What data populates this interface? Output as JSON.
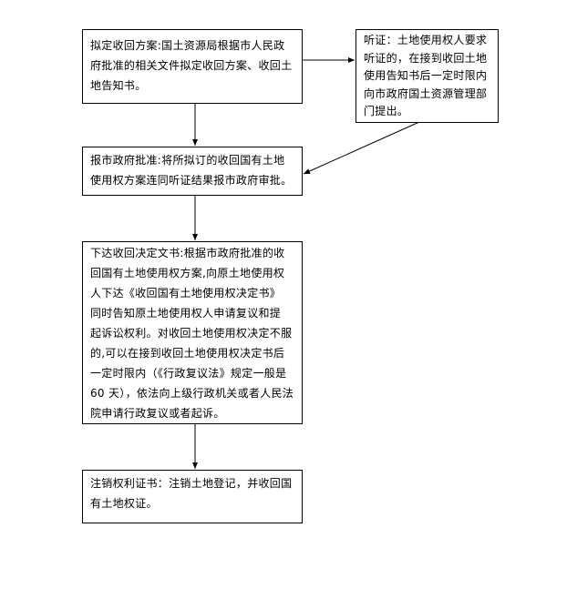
{
  "nodes": {
    "draft": {
      "lines": [
        "拟定收回方案:国土资源局根据市人民政",
        "府批准的相关文件拟定收回方案、收回土",
        "地告知书。"
      ]
    },
    "hearing": {
      "lines": [
        "听证：土地使用权人要求",
        "听证的，在接到收回土地",
        "使用告知书后一定时限内",
        "向市政府国土资源管理部",
        "门提出。"
      ]
    },
    "approval": {
      "lines": [
        "报市政府批准:将所拟订的收回国有土地",
        "使用权方案连同听证结果报市政府审批。"
      ]
    },
    "decision": {
      "lines": [
        "下达收回决定文书:根据市政府批准的收",
        "回国有土地使用权方案,向原土地使用权",
        "人下达《收回国有土地使用权决定书》",
        "同时告知原土地使用权人申请复议和提",
        "起诉讼权利。对收回土地使用权决定不服",
        "的,可以在接到收回土地使用权决定书后",
        "一定时限内（《行政复议法》规定一般是",
        "60 天），依法向上级行政机关或者人民法",
        "院申请行政复议或者起诉。"
      ]
    },
    "cancel": {
      "lines": [
        "注销权利证书：注销土地登记，并收回国",
        "有土地权证。"
      ]
    }
  }
}
